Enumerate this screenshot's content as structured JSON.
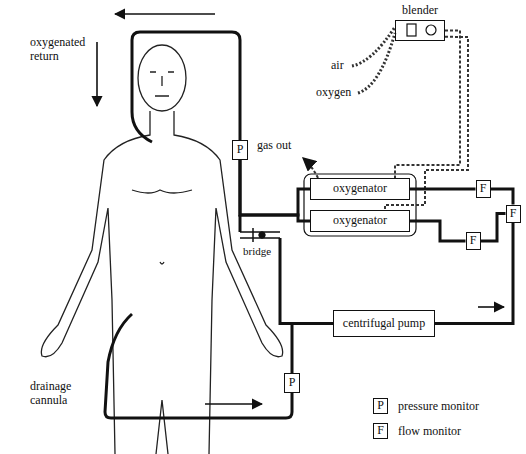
{
  "diagram": {
    "nodes": [
      {
        "text": [
          "blender"
        ]
      },
      {
        "text": [
          "oxygenator"
        ]
      },
      {
        "text": [
          "oxygenator"
        ]
      },
      {
        "text": [
          "centrifugal pump"
        ]
      },
      {
        "text": [
          "P"
        ]
      },
      {
        "text": [
          "P"
        ]
      },
      {
        "text": [
          "F"
        ]
      },
      {
        "text": [
          "F"
        ]
      },
      {
        "text": [
          "F"
        ]
      }
    ],
    "edges": [
      {
        "from": 0,
        "to": 1,
        "arrow": "none"
      },
      {
        "from": 0,
        "to": 2,
        "arrow": "none"
      },
      {
        "from": 5,
        "to": 3,
        "arrow": "none"
      },
      {
        "from": 3,
        "to": 8,
        "arrow": "none"
      },
      {
        "from": 8,
        "to": 6,
        "arrow": "none"
      },
      {
        "from": 8,
        "to": 7,
        "arrow": "none"
      },
      {
        "from": 6,
        "to": 1,
        "arrow": "none"
      },
      {
        "from": 7,
        "to": 2,
        "arrow": "none"
      },
      {
        "from": 1,
        "to": 4,
        "arrow": "none"
      },
      {
        "from": 2,
        "to": 4,
        "arrow": "none"
      }
    ],
    "labels": [
      "oxygenated return",
      "gas out",
      "air",
      "oxygen",
      "bridge",
      "drainage cannula",
      "P",
      "F"
    ],
    "legend": [
      {
        "text": "pressure monitor"
      },
      {
        "text": "flow monitor"
      }
    ]
  }
}
